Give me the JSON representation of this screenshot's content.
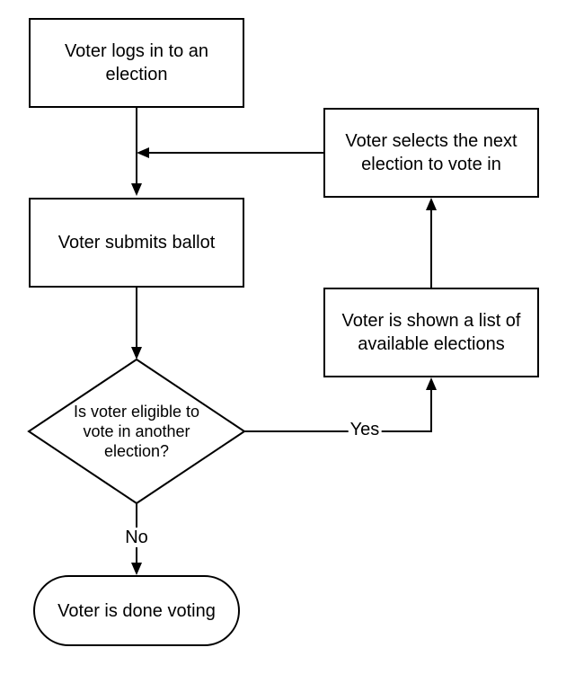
{
  "nodes": {
    "login": "Voter logs in to an election",
    "submit": "Voter submits ballot",
    "decision": "Is voter eligible to vote in another election?",
    "shown_list": "Voter is shown a list of available elections",
    "select_next": "Voter selects the next election to vote in",
    "done": "Voter is done voting"
  },
  "edges": {
    "yes_label": "Yes",
    "no_label": "No"
  },
  "colors": {
    "stroke": "#000000",
    "fill": "#ffffff"
  }
}
